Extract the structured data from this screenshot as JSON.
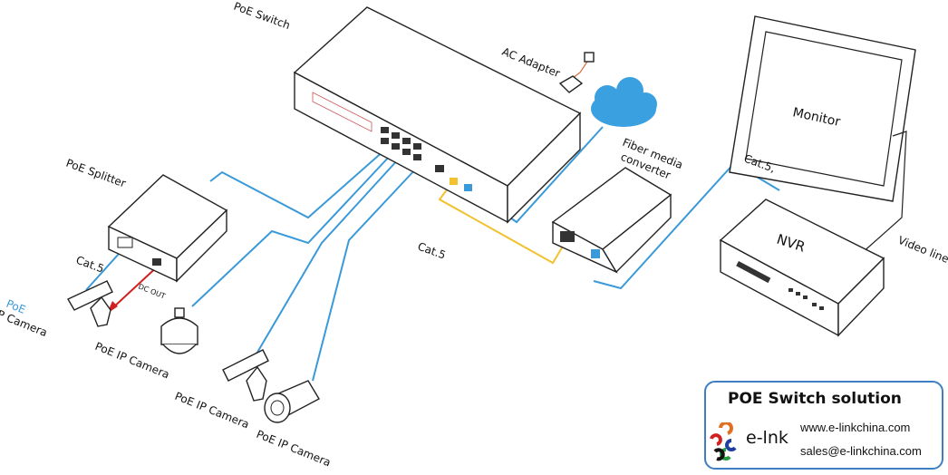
{
  "labels": {
    "poe_switch": "PoE  Switch",
    "ac_adapter": "AC Adapter",
    "fiber_converter_1": "Fiber media",
    "fiber_converter_2": "converter",
    "monitor": "Monitor",
    "nvr": "NVR",
    "cat5_nvr": "Cat.5,",
    "video_line": "Video line",
    "cat5_center": "Cat.5",
    "poe_splitter": "PoE Splitter",
    "cat5_splitter": "Cat.5",
    "dc_out": "DC OUT",
    "poe_prefix": "PoE",
    "ip_camera": "IP Camera",
    "poe_ip_camera_1": "PoE IP Camera",
    "poe_ip_camera_2": "PoE IP Camera",
    "poe_ip_camera_3": "PoE IP Camera"
  },
  "logo": {
    "title": "POE Switch solution",
    "brand": "e-lnk",
    "website": "www.e-linkchina.com",
    "email": "sales@e-linkchina.com"
  },
  "colors": {
    "cable": "#3a9ad9",
    "fiber": "#f2c12e",
    "power": "#d21f1f",
    "cloud": "#3aa0e0",
    "accent_label": "#3a9ad9"
  }
}
